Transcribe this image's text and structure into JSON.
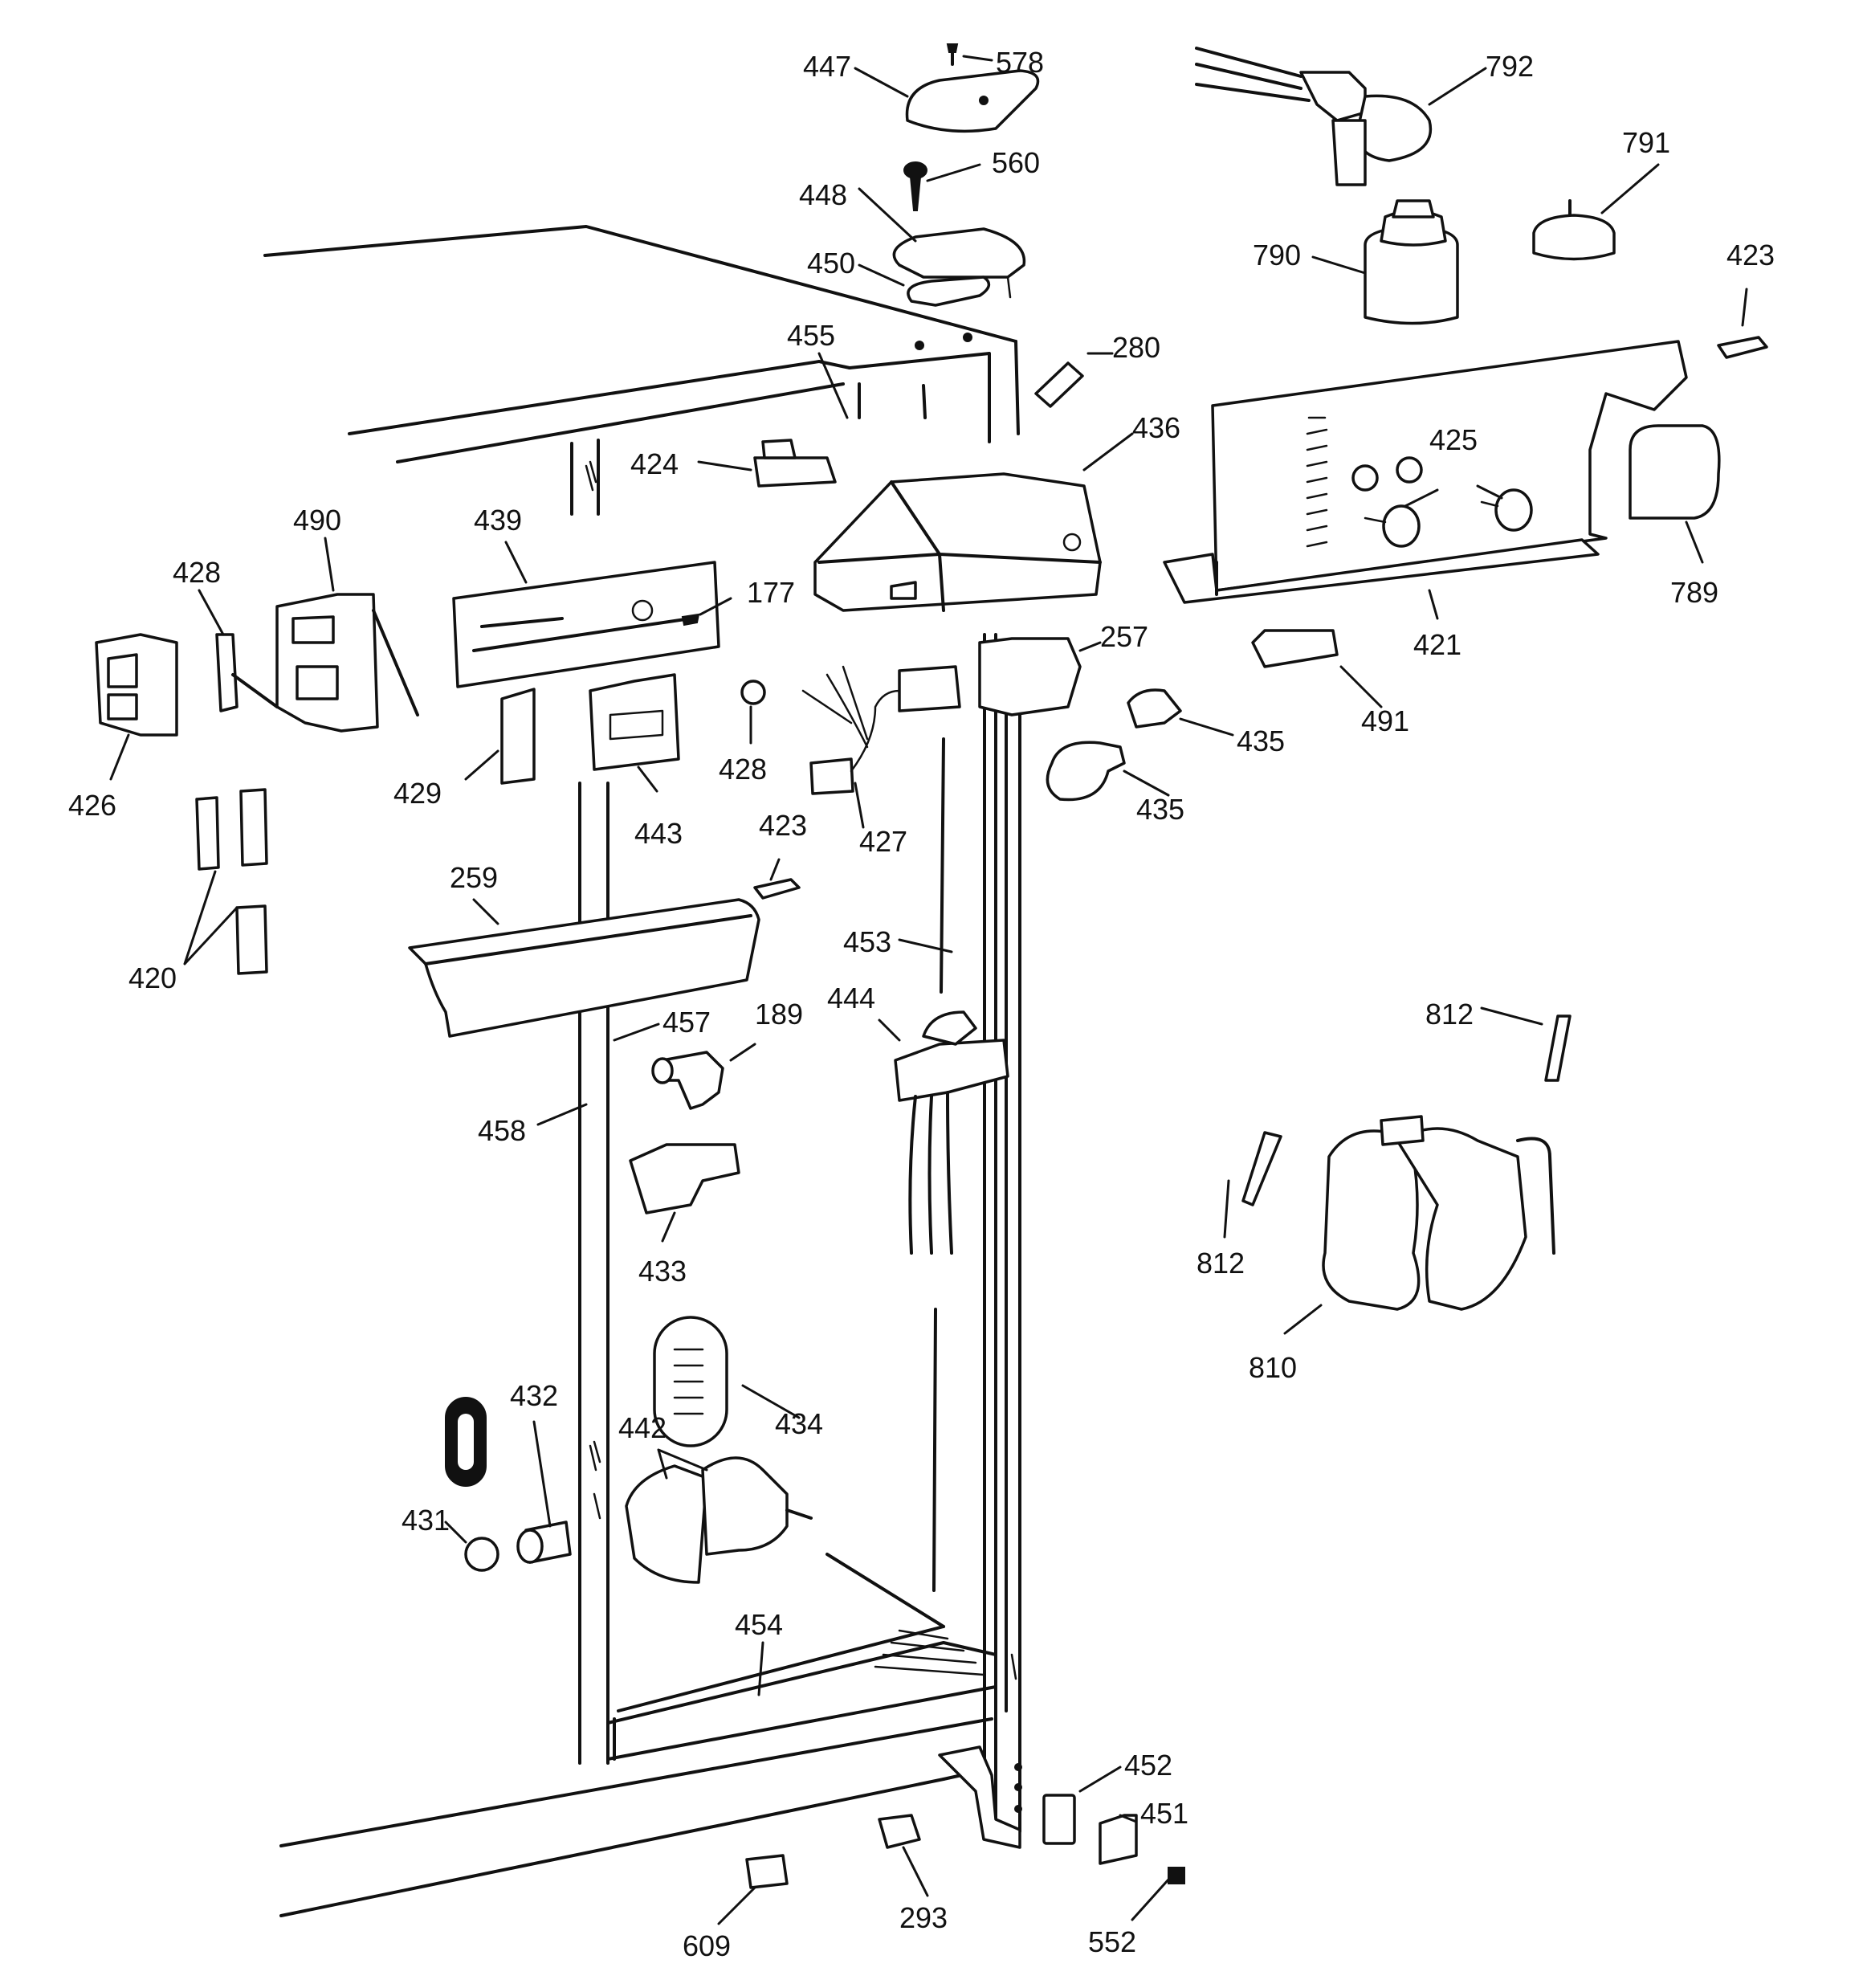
{
  "labels": {
    "l447": "447",
    "l578": "578",
    "l560": "560",
    "l448": "448",
    "l450": "450",
    "l455": "455",
    "l280": "280",
    "l792": "792",
    "l791": "791",
    "l790": "790",
    "l423a": "423",
    "l436": "436",
    "l424": "424",
    "l425": "425",
    "l490": "490",
    "l439": "439",
    "l428a": "428",
    "l177": "177",
    "l789": "789",
    "l421": "421",
    "l257": "257",
    "l491": "491",
    "l426": "426",
    "l429": "429",
    "l443": "443",
    "l428b": "428",
    "l427": "427",
    "l435a": "435",
    "l435b": "435",
    "l423b": "423",
    "l259": "259",
    "l420": "420",
    "l453": "453",
    "l444": "444",
    "l457": "457",
    "l189": "189",
    "l812a": "812",
    "l458": "458",
    "l433": "433",
    "l812b": "812",
    "l810": "810",
    "l432": "432",
    "l434": "434",
    "l442": "442",
    "l431": "431",
    "l454": "454",
    "l452": "452",
    "l451": "451",
    "l293": "293",
    "l609": "609",
    "l552": "552"
  }
}
